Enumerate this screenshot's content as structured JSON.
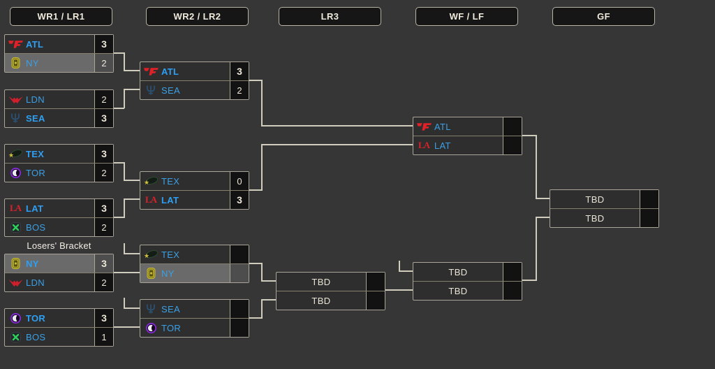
{
  "rounds": [
    {
      "label": "WR1 / LR1"
    },
    {
      "label": "WR2 / LR2"
    },
    {
      "label": "LR3"
    },
    {
      "label": "WF / LF"
    },
    {
      "label": "GF"
    }
  ],
  "losers_bracket_label": "Losers' Bracket",
  "teams": {
    "ATL": {
      "color": "#e02128"
    },
    "NY": {
      "color": "#b3a52b"
    },
    "LDN": {
      "color": "#cf1f2c"
    },
    "SEA": {
      "color": "#2b4f70"
    },
    "TEX": {
      "color": "#d3c23b"
    },
    "TOR": {
      "color": "#8a2be2"
    },
    "LAT": {
      "color": "#d6222b"
    },
    "BOS": {
      "color": "#2fd05a"
    }
  },
  "highlighted_team": "NY",
  "matches": [
    {
      "id": "wr1-m1",
      "top": {
        "team": "ATL",
        "score": "3",
        "winner": true
      },
      "bottom": {
        "team": "NY",
        "score": "2",
        "winner": false,
        "highlighted": true
      }
    },
    {
      "id": "wr1-m2",
      "top": {
        "team": "LDN",
        "score": "2",
        "winner": false
      },
      "bottom": {
        "team": "SEA",
        "score": "3",
        "winner": true
      }
    },
    {
      "id": "wr1-m3",
      "top": {
        "team": "TEX",
        "score": "3",
        "winner": true
      },
      "bottom": {
        "team": "TOR",
        "score": "2",
        "winner": false
      }
    },
    {
      "id": "wr1-m4",
      "top": {
        "team": "LAT",
        "score": "3",
        "winner": true
      },
      "bottom": {
        "team": "BOS",
        "score": "2",
        "winner": false
      }
    },
    {
      "id": "lr1-m1",
      "top": {
        "team": "NY",
        "score": "3",
        "winner": true,
        "highlighted": true
      },
      "bottom": {
        "team": "LDN",
        "score": "2",
        "winner": false
      }
    },
    {
      "id": "lr1-m2",
      "top": {
        "team": "TOR",
        "score": "3",
        "winner": true
      },
      "bottom": {
        "team": "BOS",
        "score": "1",
        "winner": false
      }
    },
    {
      "id": "wr2-m1",
      "top": {
        "team": "ATL",
        "score": "3",
        "winner": true
      },
      "bottom": {
        "team": "SEA",
        "score": "2",
        "winner": false
      }
    },
    {
      "id": "wr2-m2",
      "top": {
        "team": "TEX",
        "score": "0",
        "winner": false
      },
      "bottom": {
        "team": "LAT",
        "score": "3",
        "winner": true
      }
    },
    {
      "id": "lr2-m1",
      "top": {
        "team": "TEX",
        "score": "",
        "winner": false
      },
      "bottom": {
        "team": "NY",
        "score": "",
        "winner": false,
        "highlighted": true
      }
    },
    {
      "id": "lr2-m2",
      "top": {
        "team": "SEA",
        "score": "",
        "winner": false
      },
      "bottom": {
        "team": "TOR",
        "score": "",
        "winner": false
      }
    },
    {
      "id": "lr3-m1",
      "top": {
        "team": "TBD",
        "score": "",
        "winner": false
      },
      "bottom": {
        "team": "TBD",
        "score": "",
        "winner": false
      }
    },
    {
      "id": "wf",
      "top": {
        "team": "ATL",
        "score": "",
        "winner": false
      },
      "bottom": {
        "team": "LAT",
        "score": "",
        "winner": false
      }
    },
    {
      "id": "lf",
      "top": {
        "team": "TBD",
        "score": "",
        "winner": false
      },
      "bottom": {
        "team": "TBD",
        "score": "",
        "winner": false
      }
    },
    {
      "id": "gf",
      "top": {
        "team": "TBD",
        "score": "",
        "winner": false
      },
      "bottom": {
        "team": "TBD",
        "score": "",
        "winner": false
      }
    }
  ]
}
